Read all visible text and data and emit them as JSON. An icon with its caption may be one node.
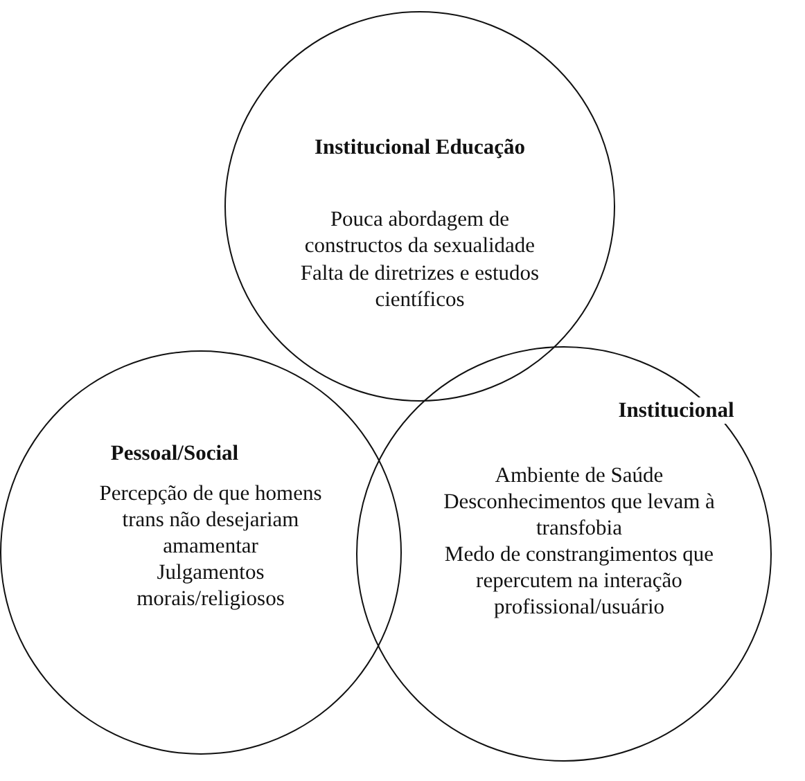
{
  "diagram": {
    "nodes": [
      {
        "text": [
          "Institucional Educação",
          "Pouca abordagem de constructos da sexualidade",
          "Falta de diretrizes e estudos científicos"
        ]
      },
      {
        "text": [
          "Pessoal/Social",
          "Percepção de que homens trans não desejariam amamentar",
          "Julgamentos morais/religiosos"
        ]
      },
      {
        "text": [
          "Institucional",
          "Ambiente de Saúde",
          "Desconhecimentos que levam à transfobia",
          "Medo de constrangimentos que repercutem na interação profissional/usuário"
        ]
      }
    ]
  }
}
